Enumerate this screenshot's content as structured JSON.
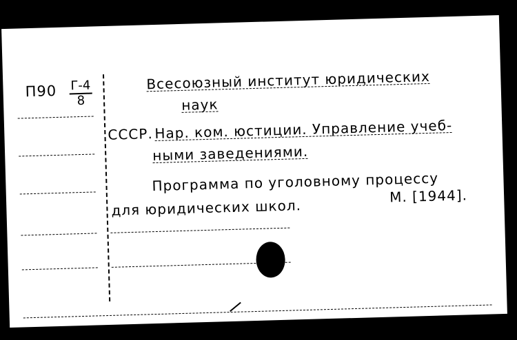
{
  "card": {
    "call_number_prefix": "П90",
    "call_number_top": "Г-4",
    "call_number_bottom": "8",
    "line1": "Всесоюзный институт юридических",
    "line2": "наук",
    "line3_prefix": "СССР.",
    "line3": "Нар. ком. юстиции. Управление учеб-",
    "line4": "ными заведениями.",
    "line5": "Программа по уголовному процессу",
    "line6": "для юридических школ.",
    "imprint": "М. [1944]."
  }
}
